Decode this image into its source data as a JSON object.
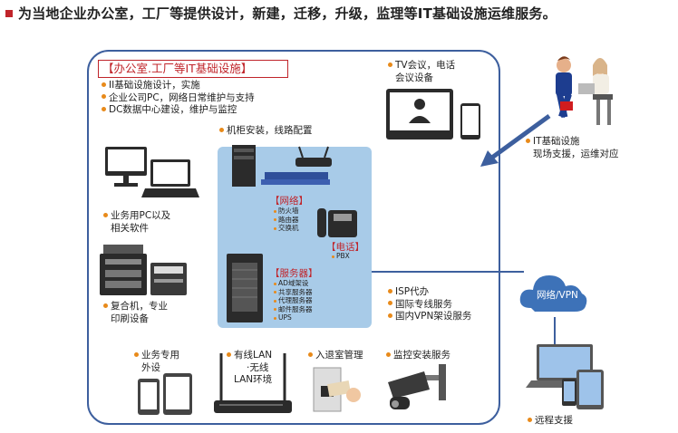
{
  "header": {
    "title": "为当地企业办公室，工厂等提供设计，新建，迁移，升级，监理等IT基础设施运维服务。"
  },
  "main": {
    "title": "【办公室.工厂等IT基础设施】",
    "items": [
      "II基础设施设计，实施",
      "企业公司PC，网络日常维护与支持",
      "DC数据中心建设，维护与监控"
    ]
  },
  "cabinet": {
    "label": "机柜安装，线路配置"
  },
  "tv": {
    "line1": "TV会议，电话",
    "line2": "会议设备"
  },
  "onsite": {
    "line1": "IT基础设施",
    "line2": "现场支援，运维对应"
  },
  "pc": {
    "line1": "业务用PC以及",
    "line2": "相关软件"
  },
  "printer": {
    "line1": "复合机，专业",
    "line2": "印刷设备"
  },
  "network": {
    "title": "【网络】",
    "items": [
      "防火墙",
      "路由器",
      "交换机"
    ]
  },
  "phone": {
    "title": "【电话】",
    "items": [
      "PBX"
    ]
  },
  "server": {
    "title": "【服务器】",
    "items": [
      "AD域架设",
      "共享服务器",
      "代理服务器",
      "邮件服务器",
      "UPS"
    ]
  },
  "isp": {
    "items": [
      "ISP代办",
      "国际专线服务",
      "国内VPN架设服务"
    ]
  },
  "cloud": {
    "label": "网络/VPN"
  },
  "bottom": {
    "peripheral": {
      "line1": "业务专用",
      "line2": "外设"
    },
    "lan": {
      "line1": "有线LAN",
      "line2": "·无线",
      "line3": "LAN环境"
    },
    "access": {
      "line1": "入退室管理"
    },
    "monitor": {
      "line1": "监控安装服务"
    }
  },
  "remote": {
    "label": "远程支援"
  }
}
